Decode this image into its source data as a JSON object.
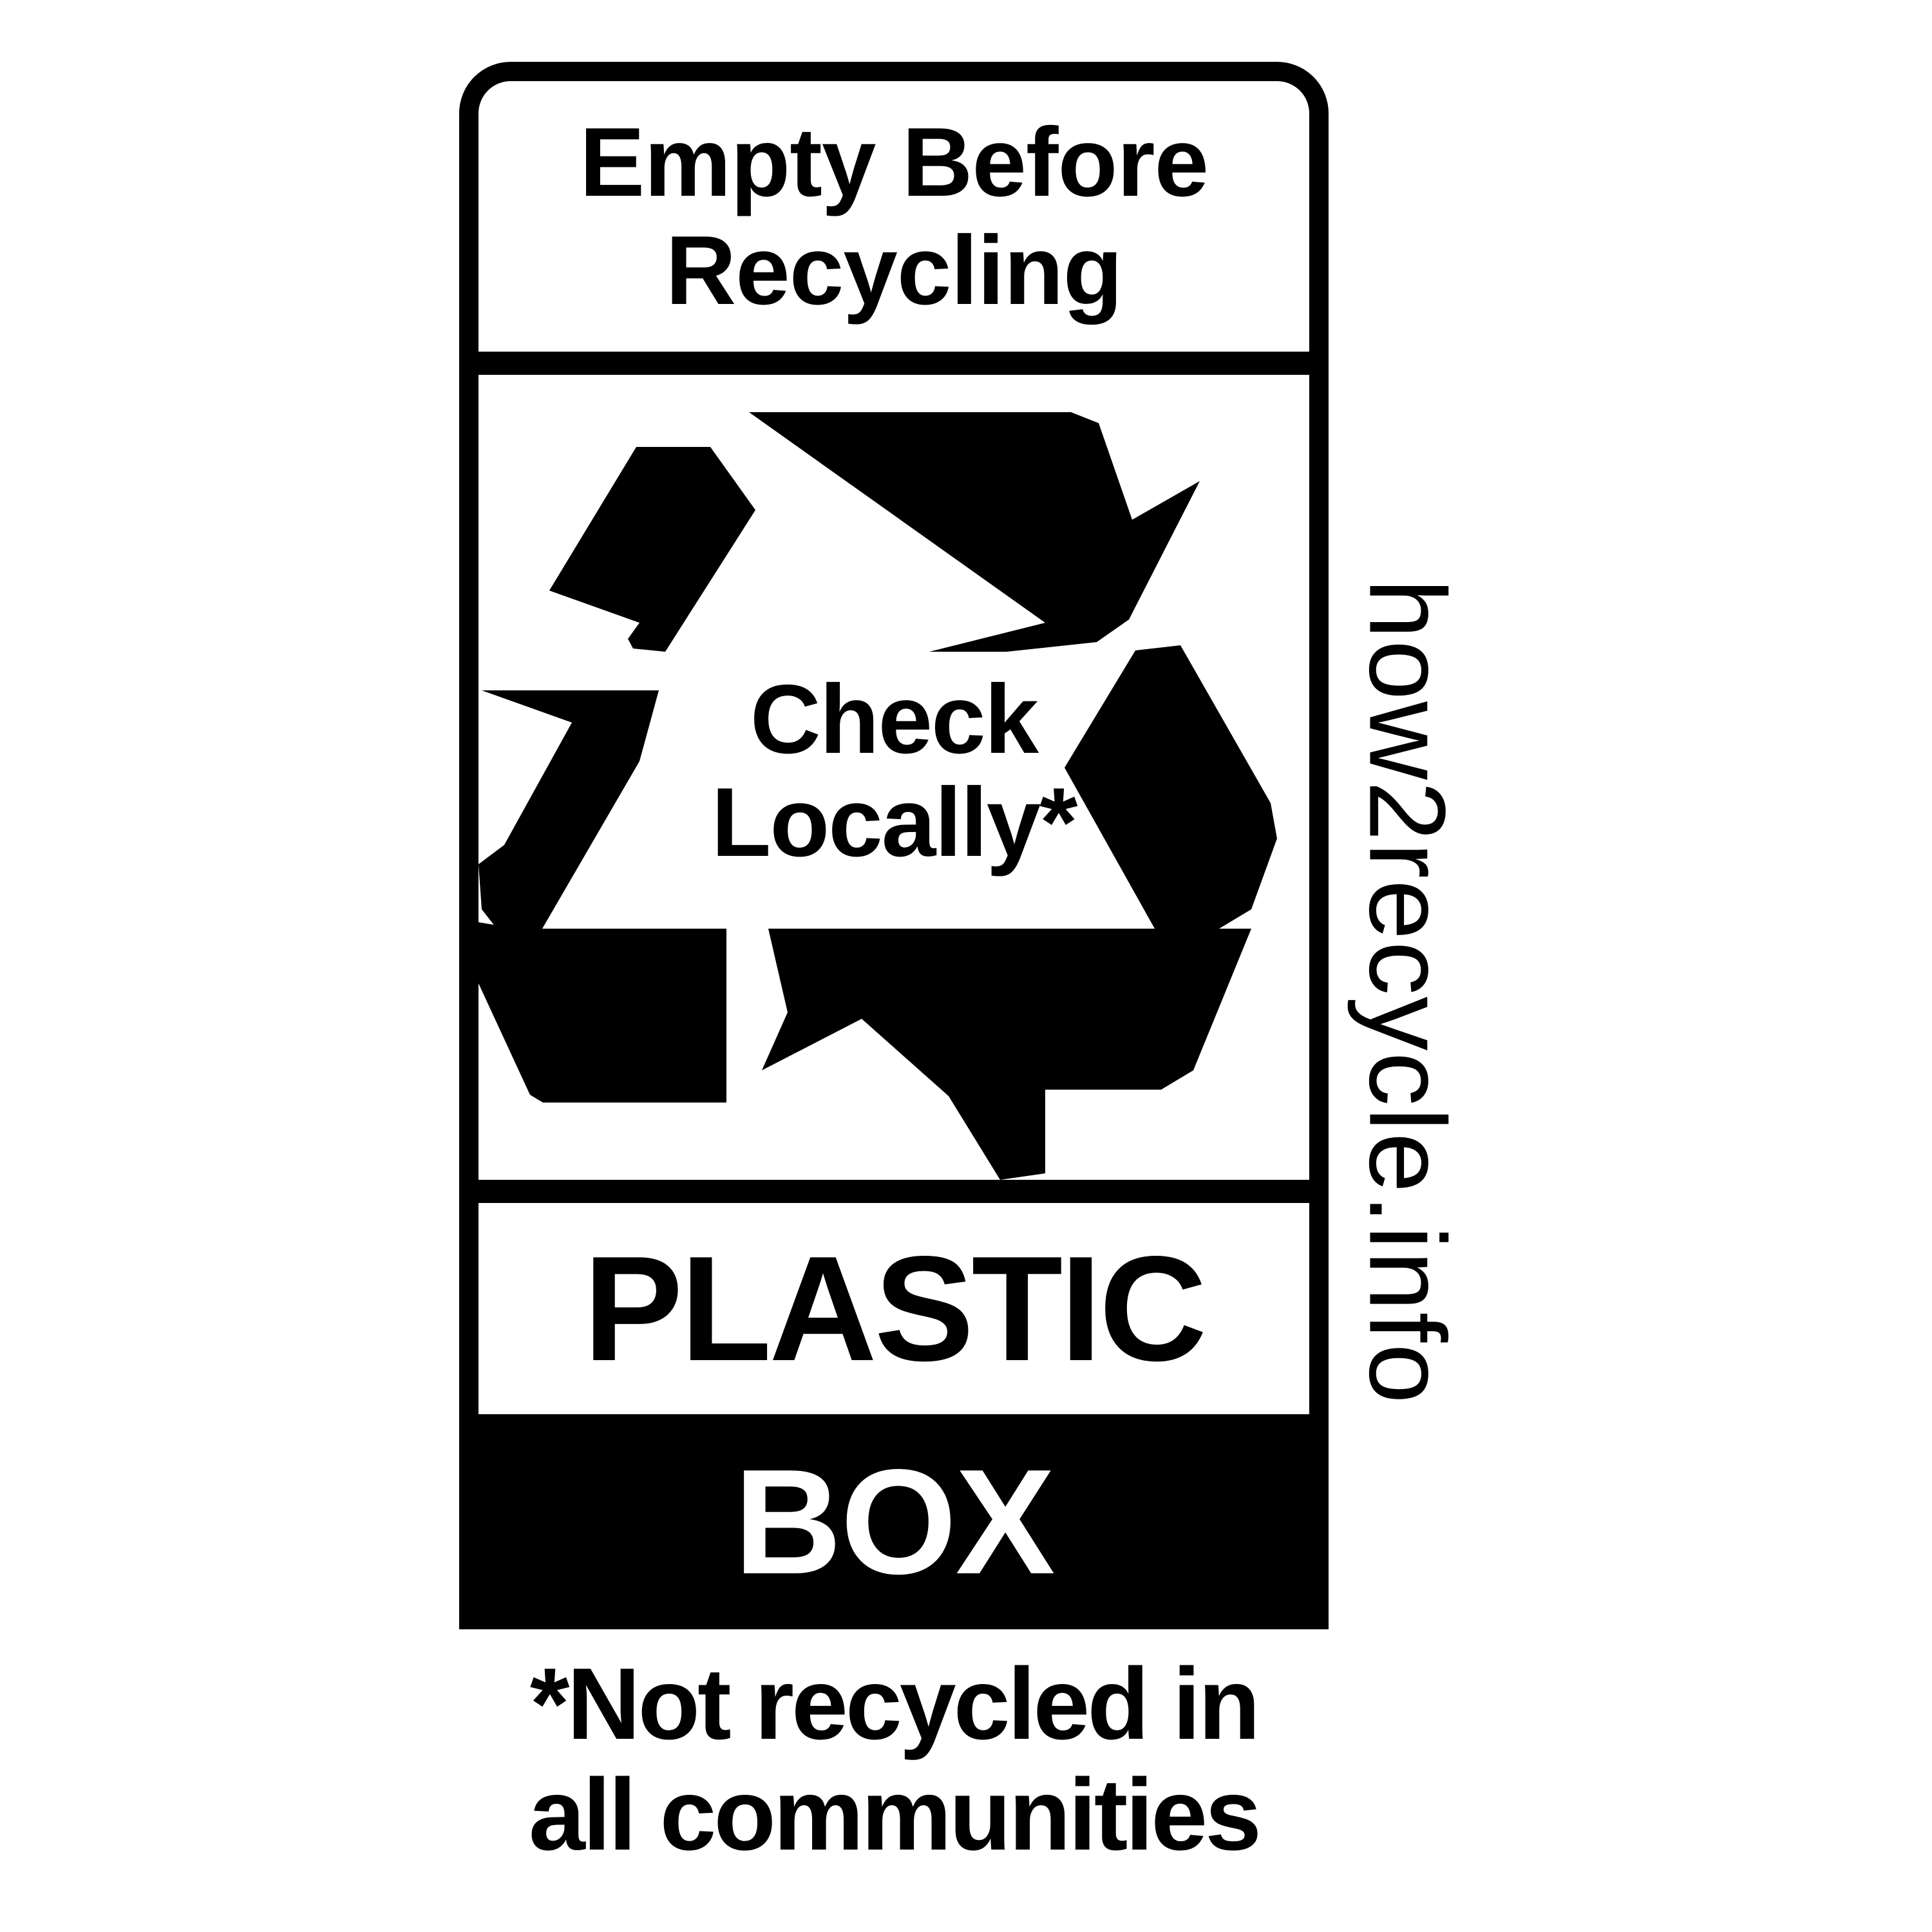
{
  "label": {
    "instruction": "Empty Before\nRecycling",
    "center_text_line1": "Check",
    "center_text_line2": "Locally*",
    "material": "PLASTIC",
    "component": "BOX",
    "website": "how2recycle.info",
    "footnote": "*Not recycled in\nall communities"
  },
  "icons": {
    "recycle_symbol": "recycle-arrows-icon"
  },
  "colors": {
    "ink": "#000000",
    "paper": "#ffffff"
  }
}
